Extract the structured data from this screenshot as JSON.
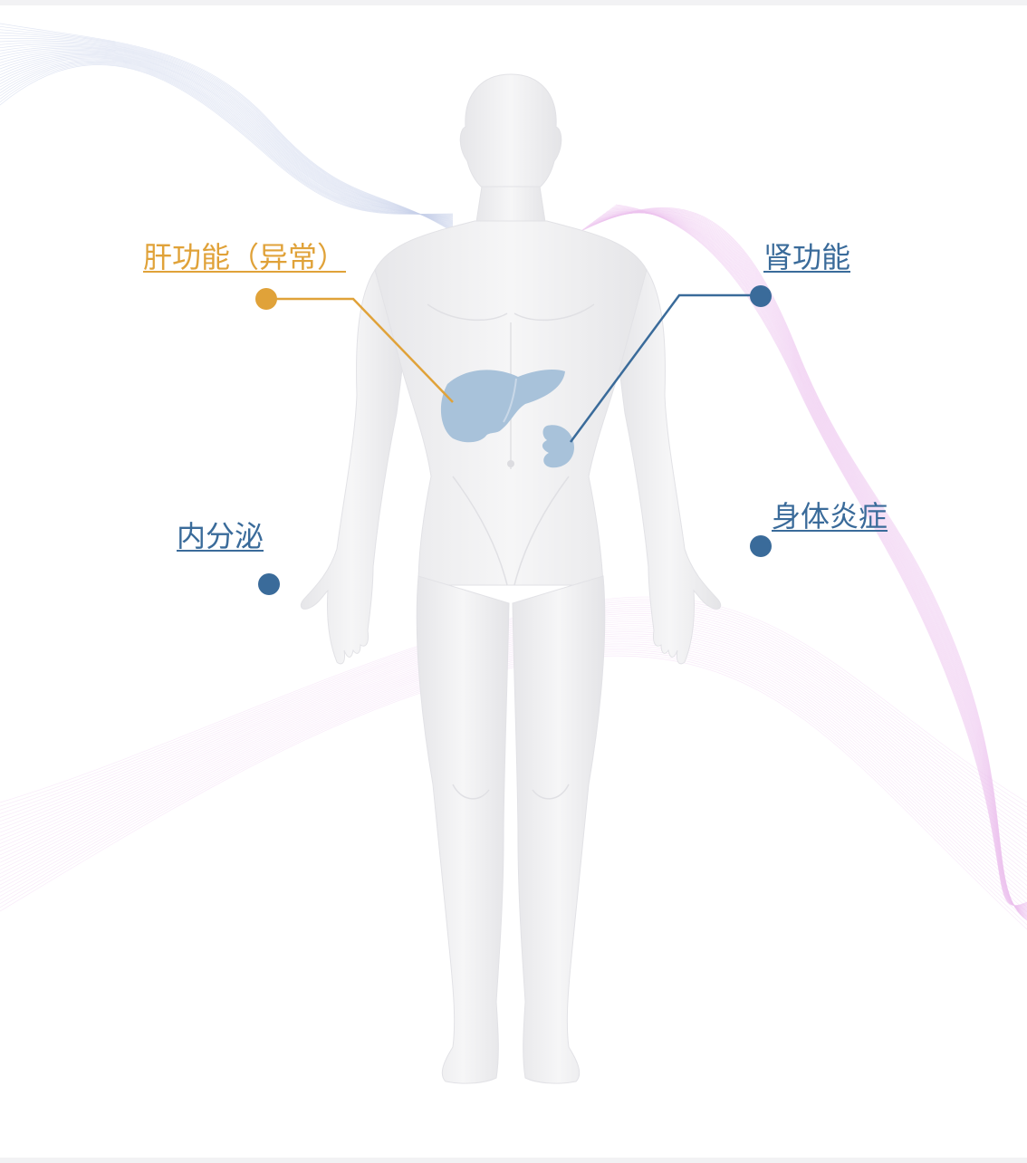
{
  "colors": {
    "accent_orange": "#e0a239",
    "accent_blue": "#3a6b9a",
    "organ_fill": "#a8c2da",
    "body_fill": "#efeff1",
    "wave_blue": "#c9d2ea",
    "wave_pink": "#ecc2ee"
  },
  "labels": {
    "liver": "肝功能（异常）",
    "kidney": "肾功能",
    "endocrine": "内分泌",
    "inflammation": "身体炎症"
  },
  "label_states": {
    "liver": "abnormal",
    "kidney": "normal",
    "endocrine": "normal",
    "inflammation": "normal"
  },
  "icons": {
    "liver": "liver-icon",
    "kidney": "kidney-icon",
    "figure": "human-body-figure"
  }
}
